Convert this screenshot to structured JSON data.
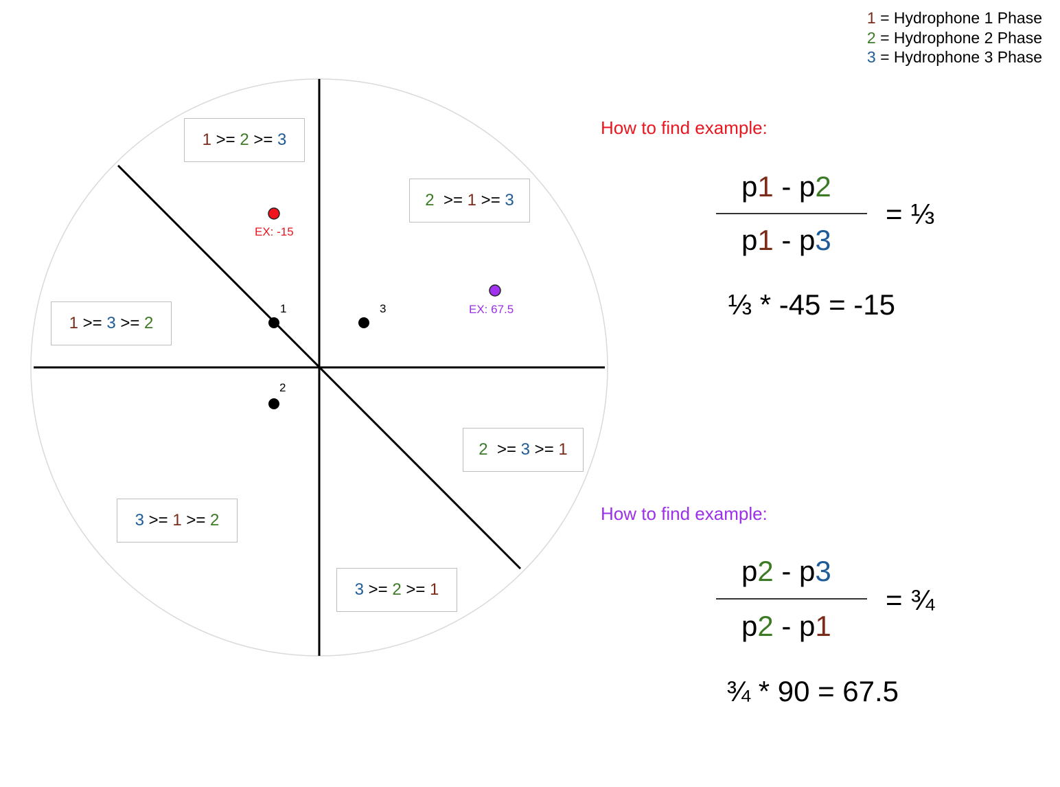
{
  "legend": {
    "items": [
      {
        "num": "1",
        "text": " = Hydrophone 1 Phase",
        "color": "#7a2b1a"
      },
      {
        "num": "2",
        "text": " = Hydrophone 2 Phase",
        "color": "#3d7a26"
      },
      {
        "num": "3",
        "text": " = Hydrophone 3 Phase",
        "color": "#1f5b96"
      }
    ]
  },
  "regions": [
    {
      "a": "1",
      "b": "2",
      "c": "3",
      "sep1": " >= ",
      "sep2": " >= "
    },
    {
      "a": "2",
      "b": "1",
      "c": "3",
      "sep1": "  >= ",
      "sep2": " >= "
    },
    {
      "a": "1",
      "b": "3",
      "c": "2",
      "sep1": " >= ",
      "sep2": " >= "
    },
    {
      "a": "2",
      "b": "3",
      "c": "1",
      "sep1": "  >= ",
      "sep2": " >= "
    },
    {
      "a": "3",
      "b": "1",
      "c": "2",
      "sep1": " >= ",
      "sep2": " >= "
    },
    {
      "a": "3",
      "b": "2",
      "c": "1",
      "sep1": " >= ",
      "sep2": " >= "
    }
  ],
  "hydrophones": [
    {
      "label": "1"
    },
    {
      "label": "2"
    },
    {
      "label": "3"
    }
  ],
  "examples": [
    {
      "label": "EX: -15",
      "color": "#e8161f"
    },
    {
      "label": "EX: 67.5",
      "color": "#9b30e8"
    }
  ],
  "explanations": [
    {
      "title": "How to find example:",
      "title_color": "#e8161f",
      "numerator": {
        "p_a": "p",
        "a": "1",
        "minus": " - ",
        "p_b": "p",
        "b": "2"
      },
      "denominator": {
        "p_a": "p",
        "a": "1",
        "minus": " - ",
        "p_b": "p",
        "b": "3"
      },
      "equals": "= ⅓",
      "calc": "⅓ * -45 = -15"
    },
    {
      "title": "How to find example:",
      "title_color": "#9b30e8",
      "numerator": {
        "p_a": "p",
        "a": "2",
        "minus": " - ",
        "p_b": "p",
        "b": "3"
      },
      "denominator": {
        "p_a": "p",
        "a": "2",
        "minus": " - ",
        "p_b": "p",
        "b": "1"
      },
      "equals": "= ¾",
      "calc": "¾ * 90 = 67.5"
    }
  ],
  "colors": {
    "p1": "#7a2b1a",
    "p2": "#3d7a26",
    "p3": "#1f5b96"
  }
}
